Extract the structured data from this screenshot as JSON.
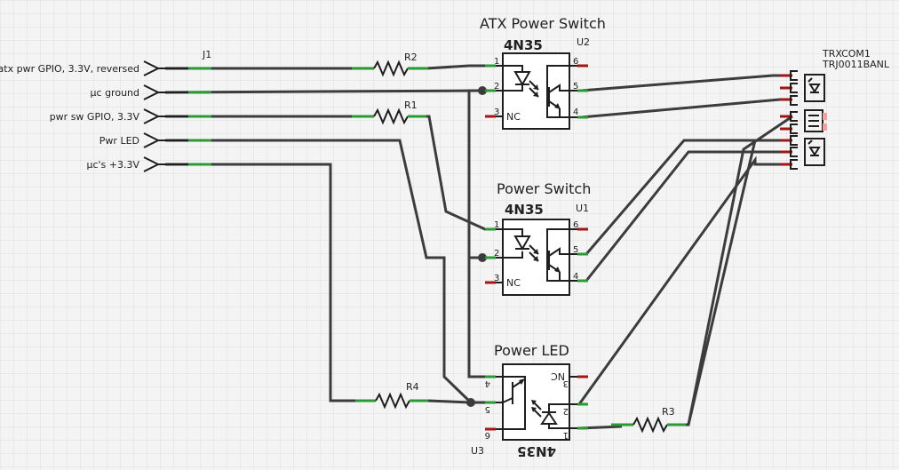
{
  "connector_j1": {
    "ref": "J1",
    "pins": [
      "atx pwr GPIO, 3.3V, reversed",
      "µc ground",
      "pwr sw GPIO, 3.3V",
      "Pwr LED",
      "µc's +3.3V"
    ]
  },
  "resistors": {
    "r1": "R1",
    "r2": "R2",
    "r3": "R3",
    "r4": "R4"
  },
  "optos": {
    "u2": {
      "title": "ATX Power Switch",
      "part": "4N35",
      "ref": "U2",
      "pins": [
        "1",
        "2",
        "3",
        "4",
        "5",
        "6"
      ],
      "nc": "NC"
    },
    "u1": {
      "title": "Power Switch",
      "part": "4N35",
      "ref": "U1",
      "pins": [
        "1",
        "2",
        "3",
        "4",
        "5",
        "6"
      ],
      "nc": "NC"
    },
    "u3": {
      "title": "Power LED",
      "part": "4N35",
      "ref": "U3",
      "pins": [
        "4",
        "5",
        "6",
        "3",
        "2",
        "1"
      ],
      "nc": "NC"
    }
  },
  "jack": {
    "ref": "TRXCOM1",
    "part": "TRJ0011BANL"
  },
  "colors": {
    "background": "#f4f4f4",
    "grid": "#dedede",
    "wire": "#3c3c3c",
    "pin_green": "#2a9a35",
    "pin_red": "#a31515",
    "led_pink": "#f2a0a0"
  }
}
